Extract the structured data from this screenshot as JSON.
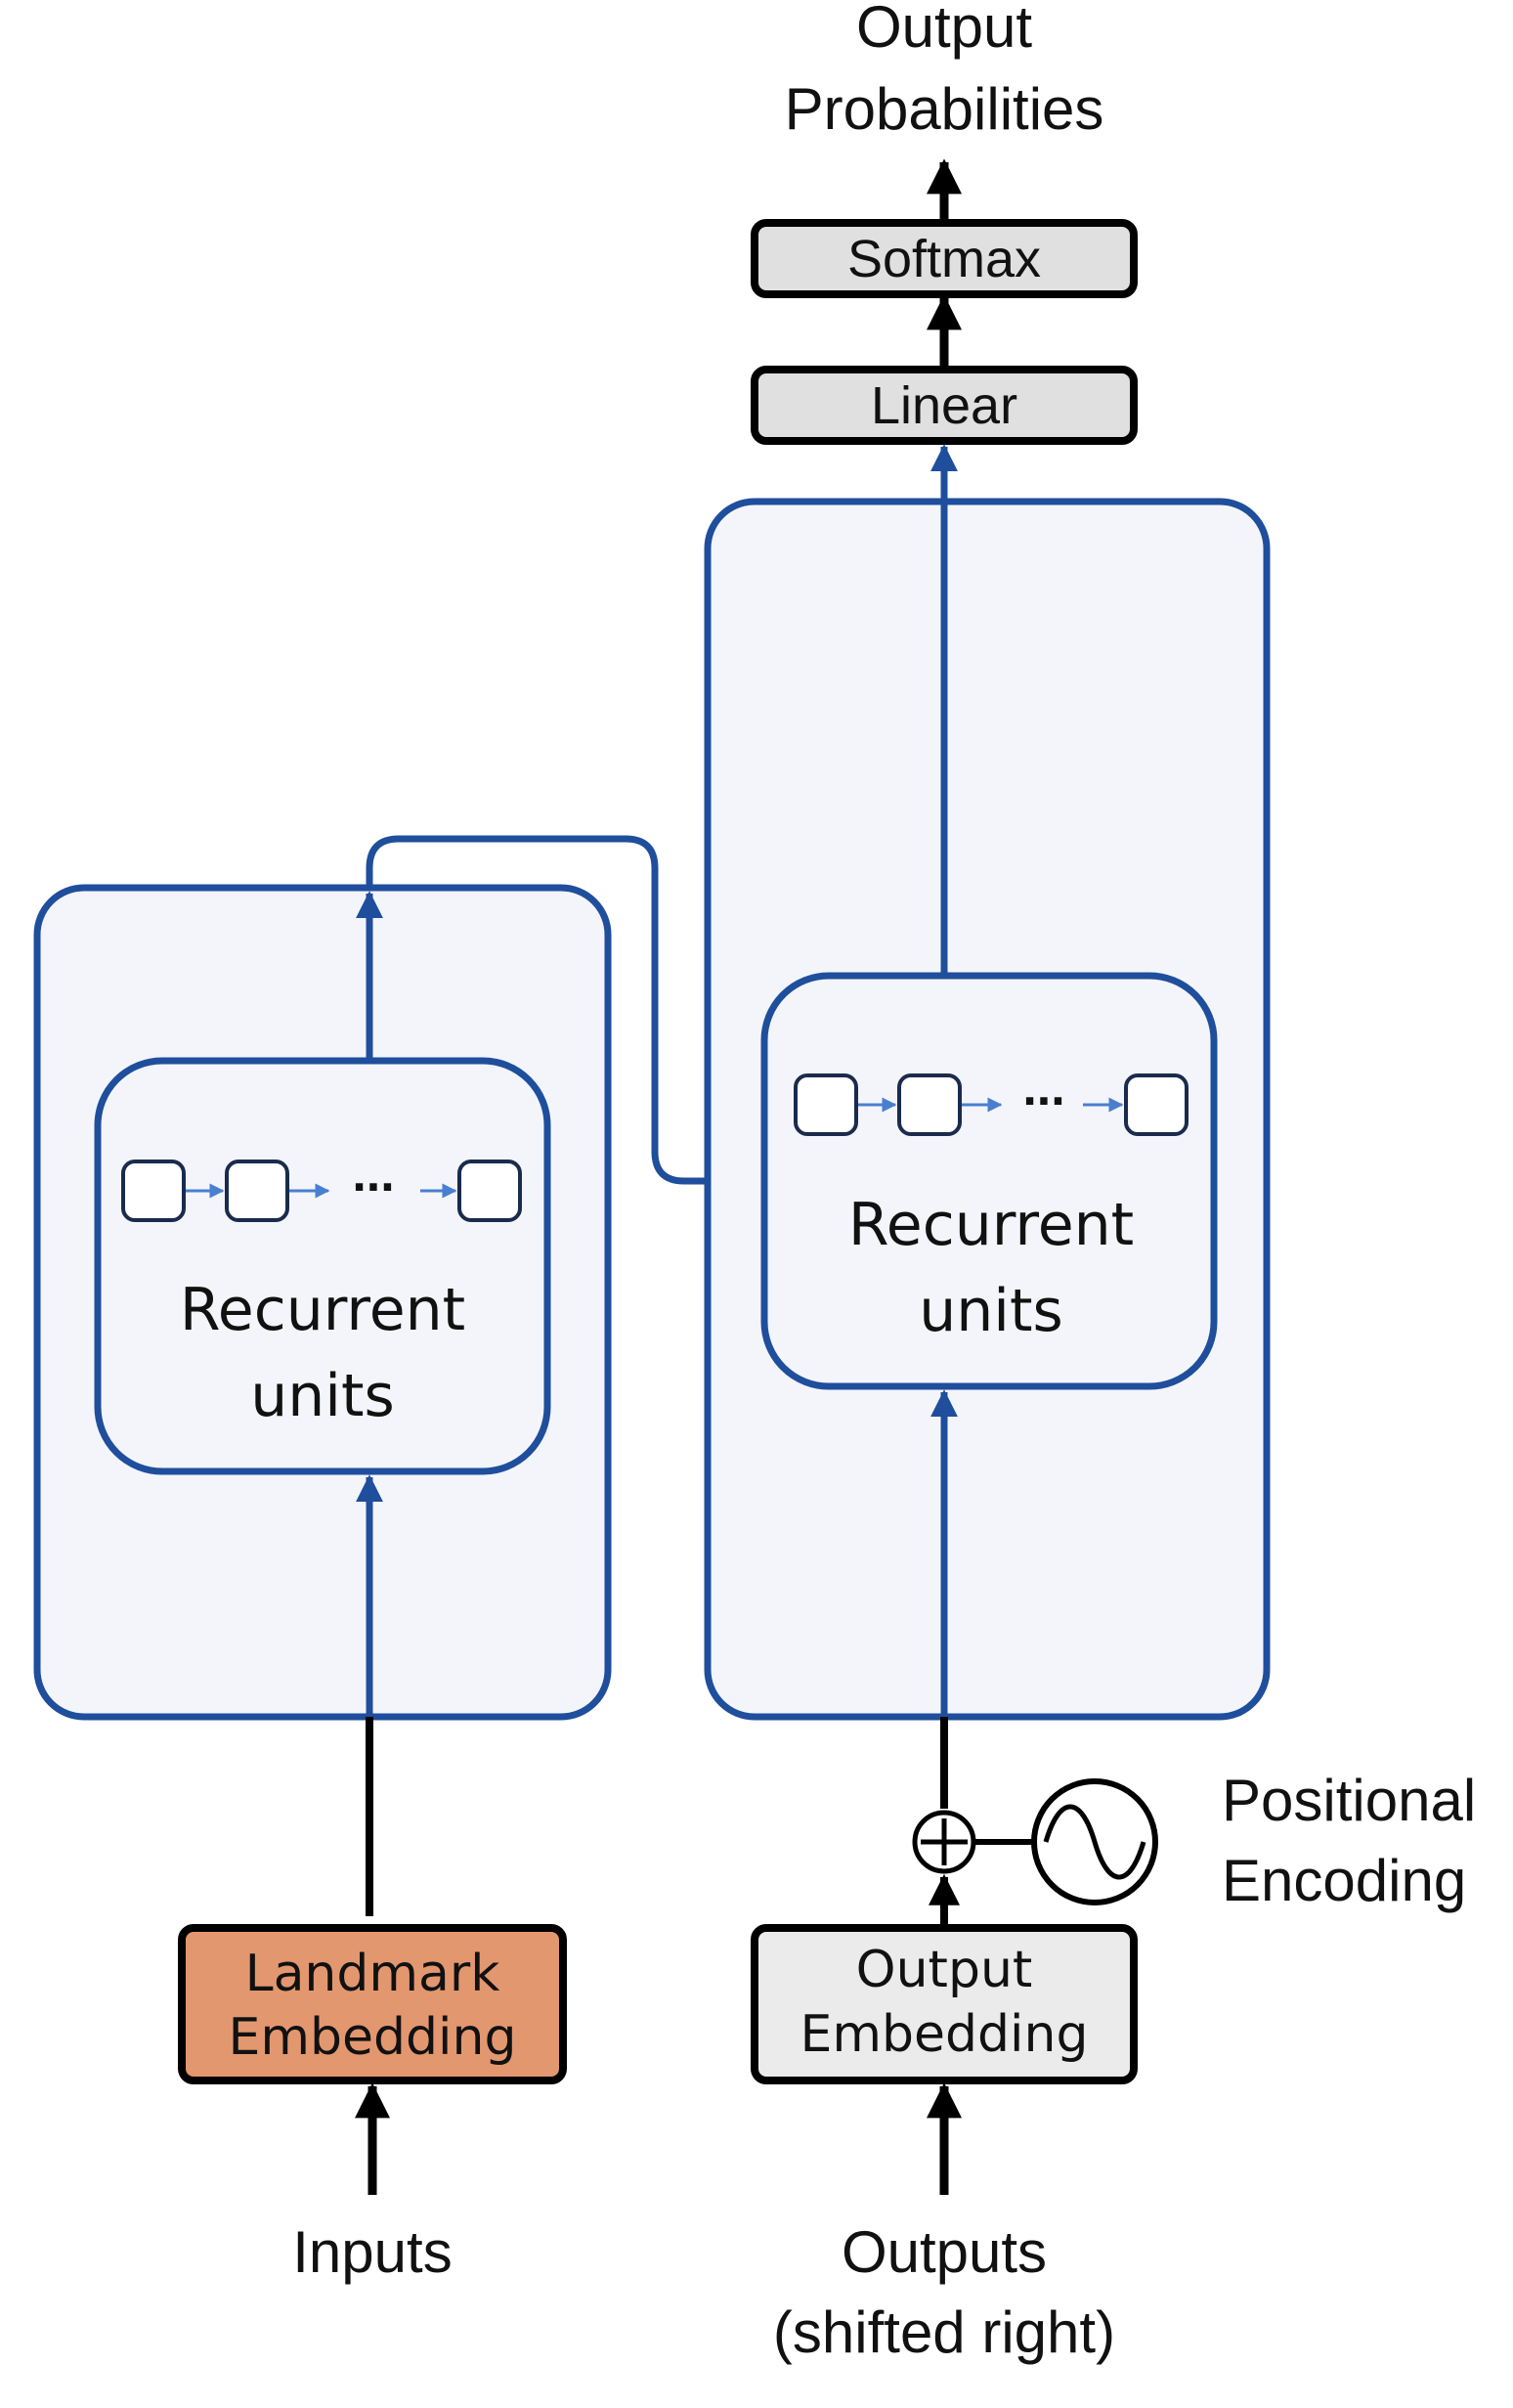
{
  "output_label": {
    "line1": "Output",
    "line2": "Probabilities"
  },
  "softmax": "Softmax",
  "linear": "Linear",
  "encoder": {
    "units_line1": "Recurrent",
    "units_line2": "units",
    "ellipsis": "..."
  },
  "decoder": {
    "units_line1": "Recurrent",
    "units_line2": "units",
    "ellipsis": "..."
  },
  "landmark_embedding": {
    "line1": "Landmark",
    "line2": "Embedding"
  },
  "output_embedding": {
    "line1": "Output",
    "line2": "Embedding"
  },
  "positional_encoding": {
    "line1": "Positional",
    "line2": "Encoding"
  },
  "inputs_label": "Inputs",
  "outputs_label": {
    "line1": "Outputs",
    "line2": "(shifted right)"
  },
  "colors": {
    "blue_stroke": "#1f4e9c",
    "panel_fill": "#f3f5fa",
    "small_arrow": "#4a7fd0",
    "gray_box": "#e0e0e0",
    "embed_box": "#ebebeb",
    "landmark_box": "#e3976f"
  }
}
